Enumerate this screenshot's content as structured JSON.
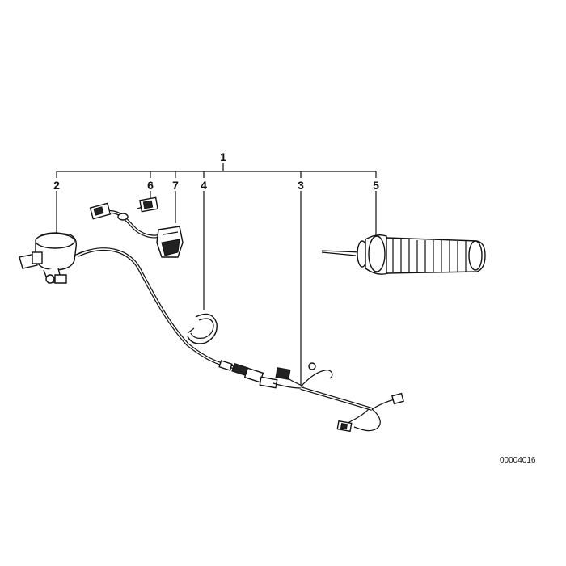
{
  "callouts": {
    "assembly": "1",
    "switch": "2",
    "harness": "3",
    "clip": "4",
    "grip": "5",
    "plug": "6",
    "resistor": "7"
  },
  "drawing_code": "00004016",
  "colors": {
    "ink": "#111111",
    "background": "#ffffff"
  }
}
